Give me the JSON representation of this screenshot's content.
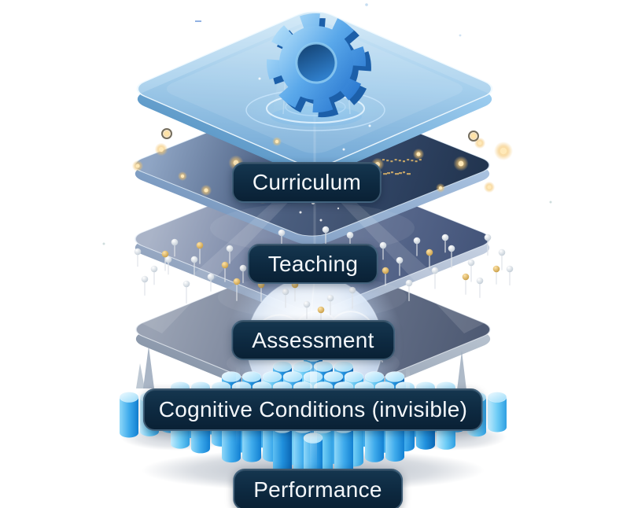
{
  "diagram": {
    "labels": {
      "curriculum": "Curriculum",
      "teaching": "Teaching",
      "assessment": "Assessment",
      "cognitive": "Cognitive Conditions (invisible)",
      "performance": "Performance"
    },
    "icons": {
      "top_layer": "gear-icon"
    },
    "colors": {
      "pill_background": "#0d2940",
      "pill_border": "#8db1cd",
      "pill_text": "#f4f7fa",
      "glass_plate_blue": "#9ecae9",
      "dark_plate_navy": "#223550",
      "teaching_plate": "#68779a",
      "assessment_plate": "#6d7890",
      "cylinder_blue": "#3fabec",
      "gold_sparkle": "#e8c27a",
      "gear_blue": "#5aa8ea"
    }
  }
}
